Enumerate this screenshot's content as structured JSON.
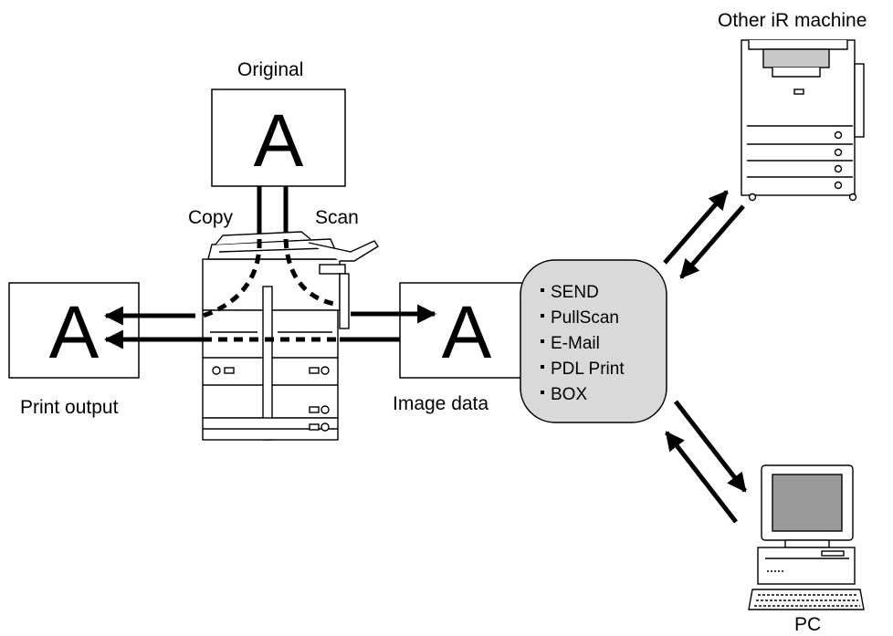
{
  "labels": {
    "original": "Original",
    "copy": "Copy",
    "scan": "Scan",
    "print_output": "Print output",
    "image_data": "Image data",
    "other_machine": "Other iR machine",
    "pc": "PC"
  },
  "doc_letter": "A",
  "features": [
    "SEND",
    "PullScan",
    "E-Mail",
    "PDL Print",
    "BOX"
  ],
  "colors": {
    "box_fill": "#d9d9d9",
    "line": "#000000",
    "screen_fill": "#9a9a9a"
  }
}
